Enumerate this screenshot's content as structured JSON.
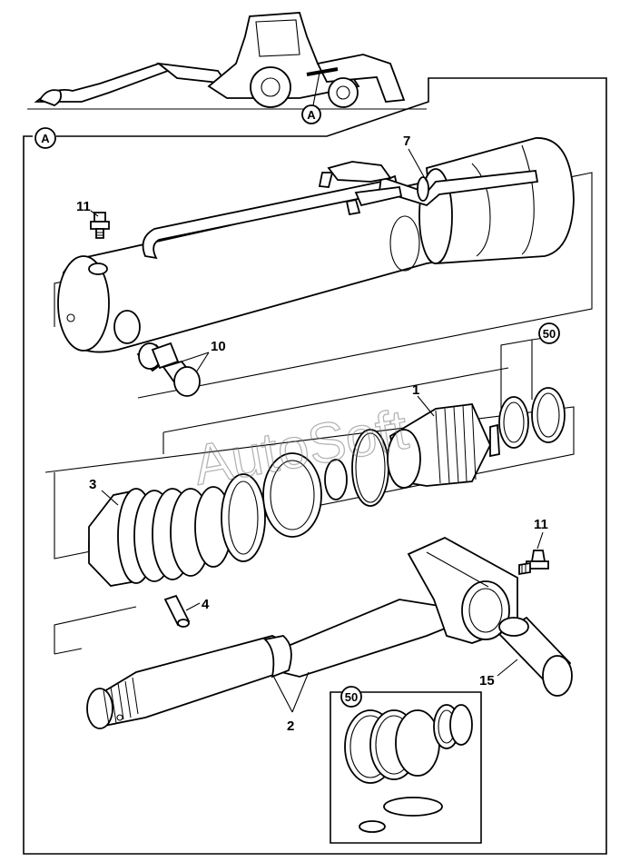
{
  "watermark": "AutoSoft",
  "view_marker": "A",
  "callouts": {
    "p1": "1",
    "p2": "2",
    "p3": "3",
    "p4": "4",
    "p7": "7",
    "p10": "10",
    "p11_top": "11",
    "p11_right": "11",
    "p15": "15",
    "kit_main": "50",
    "kit_inset": "50"
  }
}
